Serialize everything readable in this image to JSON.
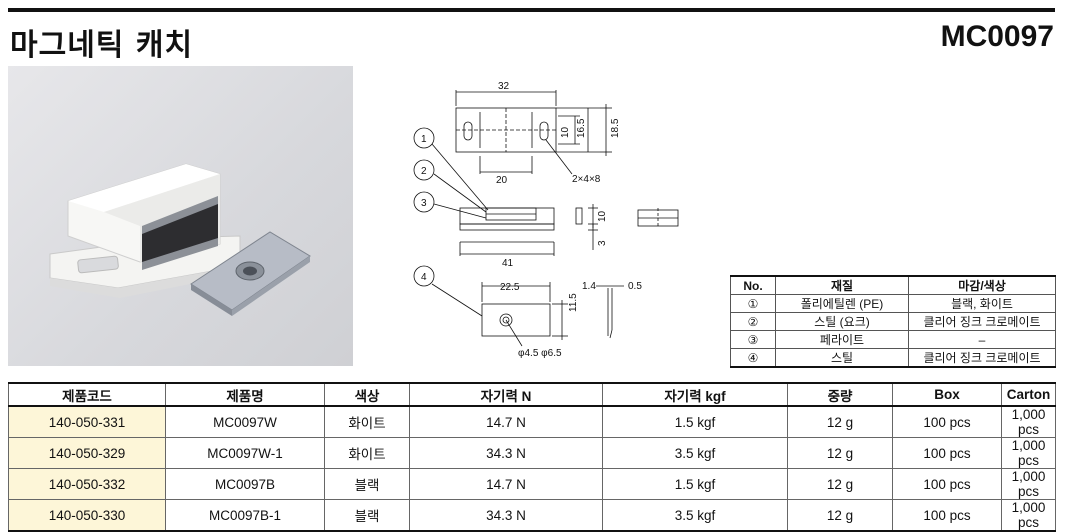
{
  "header": {
    "title": "마그네틱 캐치",
    "code": "MC0097"
  },
  "drawing": {
    "dims": {
      "d32": "32",
      "d16_5": "16.5",
      "d18_5": "18.5",
      "d10a": "10",
      "d20": "20",
      "slot": "2×4×8",
      "d10b": "10",
      "d3": "3",
      "d41": "41",
      "d22_5": "22.5",
      "d11_5": "11.5",
      "d1_4": "1.4",
      "d0_5": "0.5",
      "hole": "φ4.5 φ6.5"
    },
    "callouts": [
      "1",
      "2",
      "3",
      "4"
    ]
  },
  "materials": {
    "headers": [
      "No.",
      "재질",
      "마감/색상"
    ],
    "rows": [
      [
        "①",
        "폴리에틸렌 (PE)",
        "블랙, 화이트"
      ],
      [
        "②",
        "스틸 (요크)",
        "클리어 징크 크로메이트"
      ],
      [
        "③",
        "페라이트",
        "–"
      ],
      [
        "④",
        "스틸",
        "클리어 징크 크로메이트"
      ]
    ]
  },
  "products": {
    "headers": [
      "제품코드",
      "제품명",
      "색상",
      "자기력 N",
      "자기력 kgf",
      "중량",
      "Box",
      "Carton"
    ],
    "rows": [
      [
        "140-050-331",
        "MC0097W",
        "화이트",
        "14.7 N",
        "1.5 kgf",
        "12 g",
        "100 pcs",
        "1,000 pcs"
      ],
      [
        "140-050-329",
        "MC0097W-1",
        "화이트",
        "34.3 N",
        "3.5 kgf",
        "12 g",
        "100 pcs",
        "1,000 pcs"
      ],
      [
        "140-050-332",
        "MC0097B",
        "블랙",
        "14.7 N",
        "1.5 kgf",
        "12 g",
        "100 pcs",
        "1,000 pcs"
      ],
      [
        "140-050-330",
        "MC0097B-1",
        "블랙",
        "34.3 N",
        "3.5 kgf",
        "12 g",
        "100 pcs",
        "1,000 pcs"
      ]
    ]
  }
}
